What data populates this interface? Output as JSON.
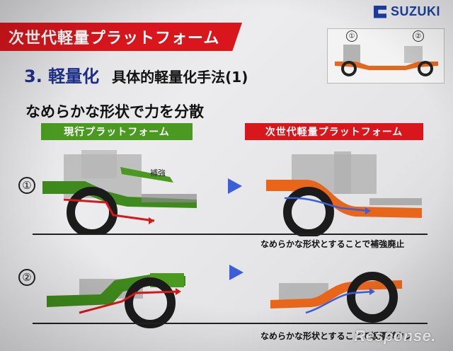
{
  "brand": {
    "name": "SUZUKI",
    "color": "#1a3fa0"
  },
  "title": "次世代軽量プラットフォーム",
  "section": {
    "number": "3. 軽量化",
    "subtitle": "具体的軽量化手法(1)"
  },
  "headline": "なめらかな形状で力を分散",
  "labels": {
    "current": "現行プラットフォーム",
    "next": "次世代軽量プラットフォーム"
  },
  "markers": {
    "one": "①",
    "two": "②"
  },
  "reinforcement_label": "補強",
  "captions": {
    "row1": "なめらかな形状とすることで補強廃止",
    "row2": "なめらかな形状とすることで板厚ダウン"
  },
  "watermark": "Response.",
  "colors": {
    "title_red": "#d8161c",
    "current_green": "#4a9a22",
    "next_orange": "#e8661a",
    "arrow_blue": "#3a5fd8",
    "force_red": "#d81818"
  },
  "icons": {
    "next_arrow": "triangle-right-icon"
  }
}
